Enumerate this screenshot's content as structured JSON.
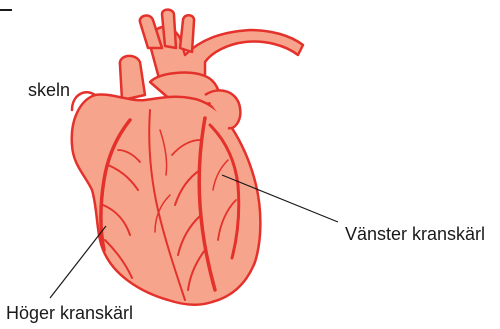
{
  "colors": {
    "heart_fill": "#f6a58c",
    "heart_outline": "#e4312b",
    "vessel": "#e4312b",
    "leader_line": "#1a1a1a",
    "text": "#1a1a1a"
  },
  "labels": {
    "muscle": "skeln",
    "left_coronary": "Vänster kranskärl",
    "right_coronary": "Höger kranskärl"
  }
}
